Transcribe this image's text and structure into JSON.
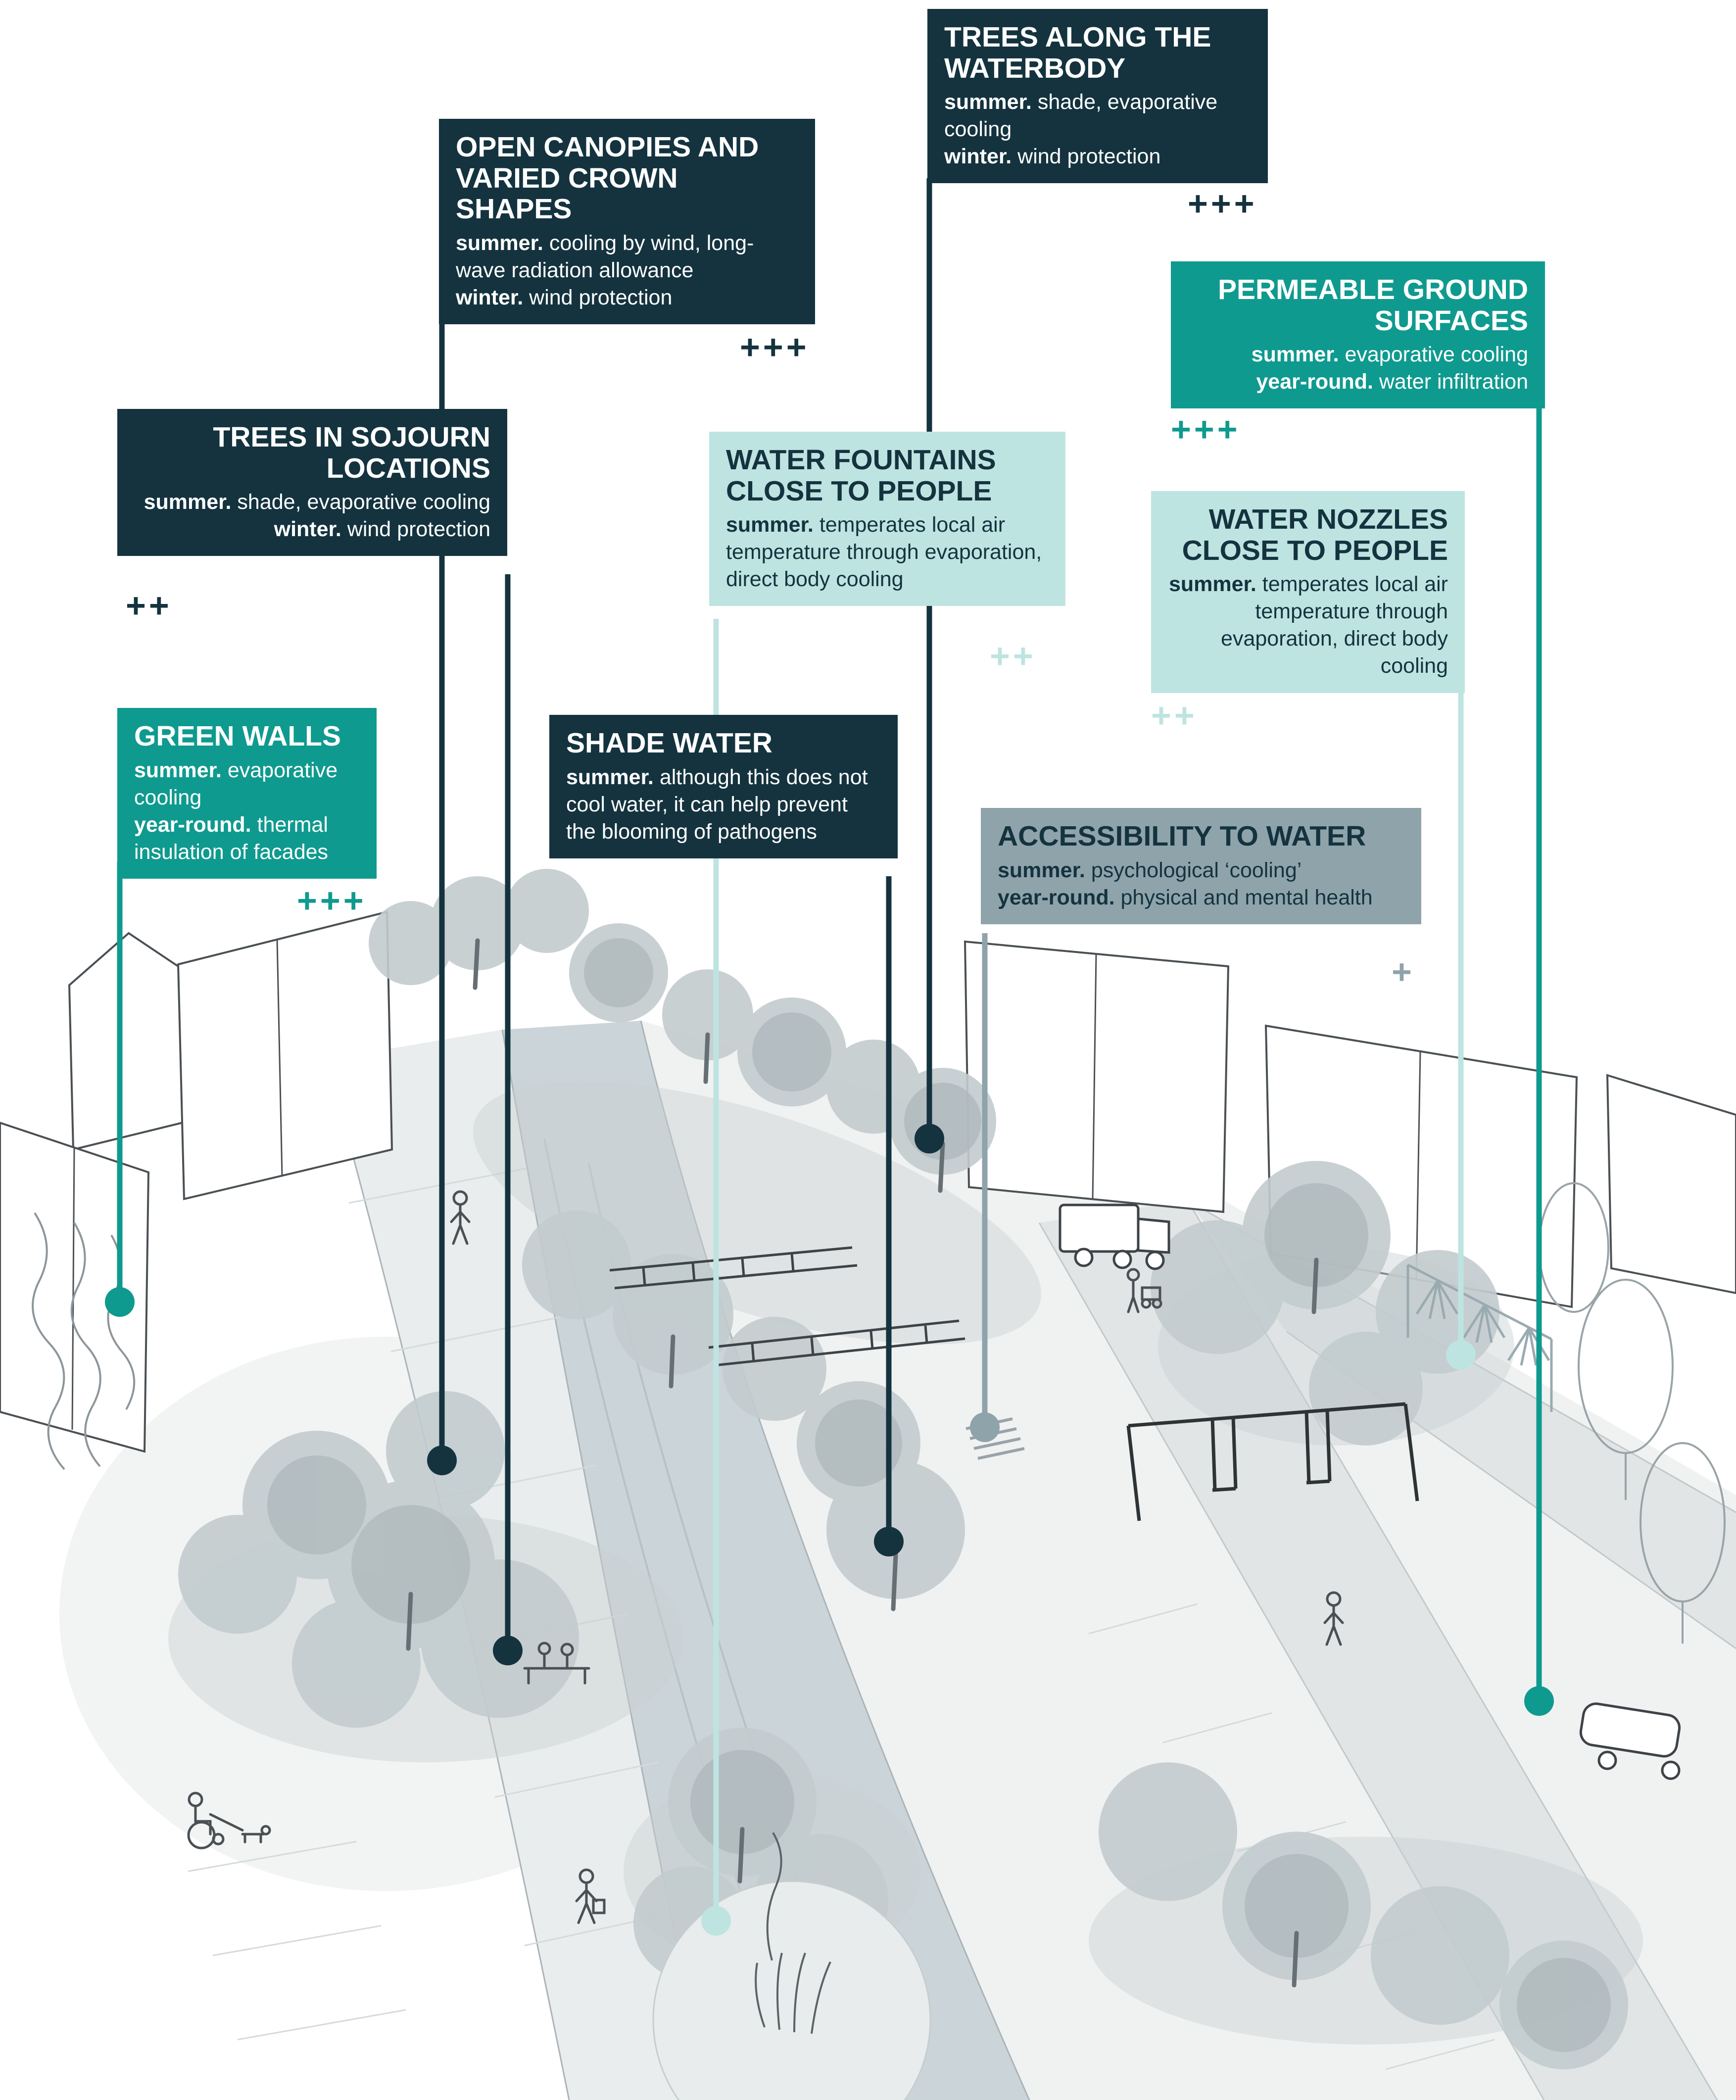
{
  "palette": {
    "dark_navy": "#14333F",
    "teal": "#0F9A8F",
    "pale_cyan": "#BEE4E1",
    "slate_gray": "#8FA3AB"
  },
  "callouts": [
    {
      "id": "trees-along-the-waterbody",
      "accent": "#14333F",
      "title": "TREES ALONG THE WATERBODY",
      "lines": [
        {
          "label": "summer.",
          "text": " shade, evaporative cooling"
        },
        {
          "label": "winter.",
          "text": " wind protection"
        }
      ],
      "rating": "+++"
    },
    {
      "id": "open-canopies-and-varied-crown-shapes",
      "accent": "#14333F",
      "title": "OPEN CANOPIES AND VARIED CROWN SHAPES",
      "lines": [
        {
          "label": "summer.",
          "text": " cooling by wind, long-wave radiation allowance"
        },
        {
          "label": "winter.",
          "text": " wind protection"
        }
      ],
      "rating": "+++"
    },
    {
      "id": "trees-in-sojourn-locations",
      "accent": "#14333F",
      "title": "TREES IN SOJOURN LOCATIONS",
      "lines": [
        {
          "label": "summer.",
          "text": " shade, evaporative cooling"
        },
        {
          "label": "winter.",
          "text": " wind protection"
        }
      ],
      "rating": "++"
    },
    {
      "id": "permeable-ground-surfaces",
      "accent": "#0F9A8F",
      "title": "PERMEABLE GROUND SURFACES",
      "lines": [
        {
          "label": "summer.",
          "text": " evaporative cooling"
        },
        {
          "label": "year-round.",
          "text": " water infiltration"
        }
      ],
      "rating": "+++"
    },
    {
      "id": "water-fountains-close-to-people",
      "accent": "#BEE4E1",
      "title": "WATER FOUNTAINS CLOSE TO PEOPLE",
      "lines": [
        {
          "label": "summer.",
          "text": " temperates local air temperature through evaporation, direct body cooling"
        }
      ],
      "rating": "++"
    },
    {
      "id": "water-nozzles-close-to-people",
      "accent": "#BEE4E1",
      "title": "WATER NOZZLES CLOSE TO PEOPLE",
      "lines": [
        {
          "label": "summer.",
          "text": " temperates local air temperature through evaporation, direct body cooling"
        }
      ],
      "rating": "++"
    },
    {
      "id": "green-walls",
      "accent": "#0F9A8F",
      "title": "GREEN WALLS",
      "lines": [
        {
          "label": "summer.",
          "text": " evaporative cooling"
        },
        {
          "label": "year-round.",
          "text": " thermal insulation of facades"
        }
      ],
      "rating": "+++"
    },
    {
      "id": "shade-water",
      "accent": "#14333F",
      "title": "SHADE WATER",
      "lines": [
        {
          "label": "summer.",
          "text": " although this does not cool water, it can help prevent the blooming of pathogens"
        }
      ],
      "rating": ""
    },
    {
      "id": "accessibility-to-water",
      "accent": "#8FA3AB",
      "title": "ACCESSIBILITY TO WATER",
      "lines": [
        {
          "label": "summer.",
          "text": " psychological ‘cooling’"
        },
        {
          "label": "year-round.",
          "text": " physical and mental health"
        }
      ],
      "rating": "+"
    }
  ]
}
